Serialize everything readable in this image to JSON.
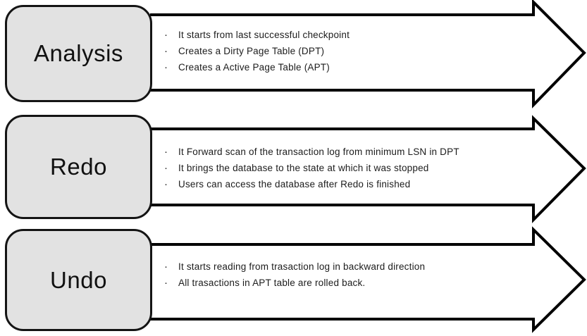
{
  "diagram": {
    "title": "Recovery phases diagram",
    "bullet_char": "·",
    "colors": {
      "box_fill": "#e2e2e2",
      "box_border": "#141414",
      "arrow_stroke": "#000000",
      "arrow_fill": "#ffffff",
      "text": "#1c1c1c"
    },
    "sections": [
      {
        "label": "Analysis",
        "bullets": [
          "It starts from last successful checkpoint",
          "Creates a Dirty Page Table (DPT)",
          "Creates a Active Page Table (APT)"
        ]
      },
      {
        "label": "Redo",
        "bullets": [
          "It Forward scan of the transaction log from minimum LSN in DPT",
          "It brings the database to the state at which it was stopped",
          "Users can access the database after Redo is finished"
        ]
      },
      {
        "label": "Undo",
        "bullets": [
          "It starts reading from trasaction log in backward direction",
          "All trasactions in APT table are rolled back."
        ]
      }
    ]
  }
}
